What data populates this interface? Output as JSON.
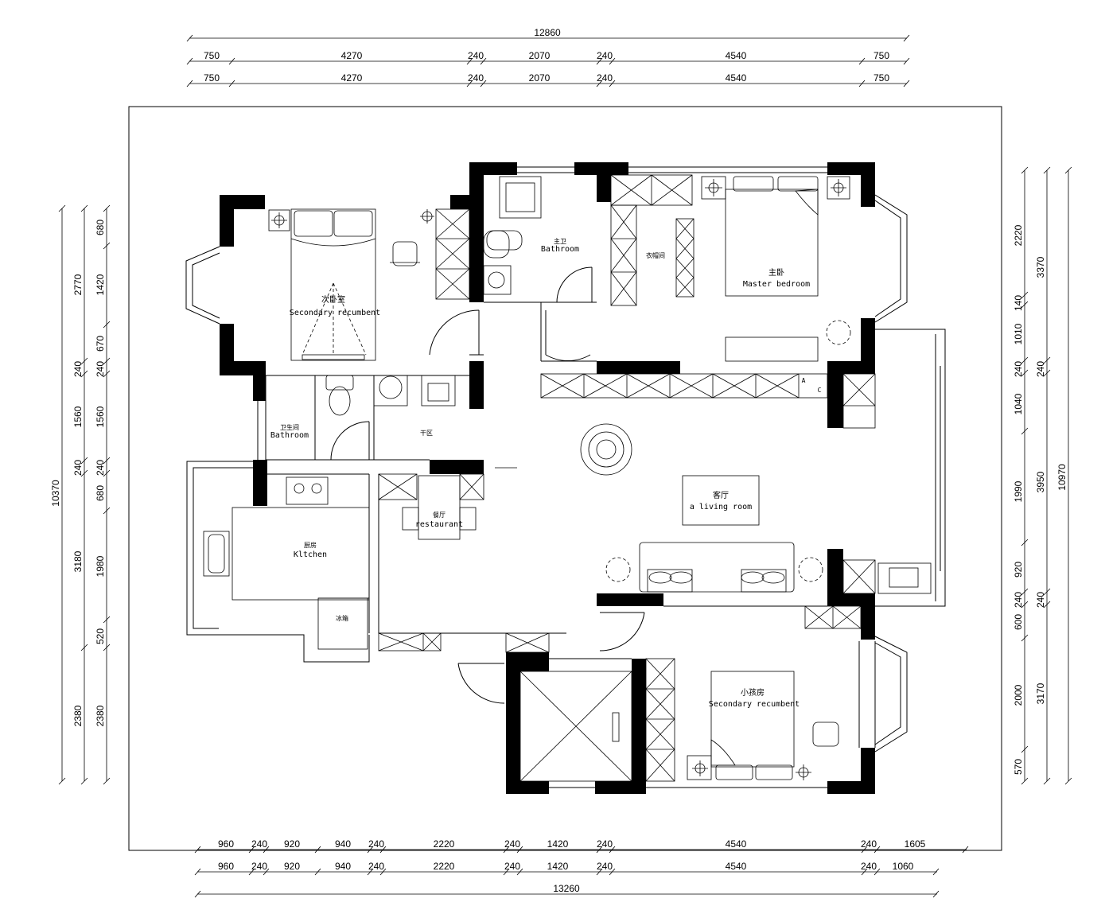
{
  "dims": {
    "top_total": "12860",
    "top_row": [
      "750",
      "4270",
      "240",
      "2070",
      "240",
      "4540",
      "750"
    ],
    "bottom_row1": [
      "960",
      "240",
      "920",
      "940",
      "240",
      "2220",
      "240",
      "1420",
      "240",
      "4540",
      "240",
      "1605"
    ],
    "bottom_row2": [
      "960",
      "240",
      "920",
      "940",
      "240",
      "2220",
      "240",
      "1420",
      "240",
      "4540",
      "240",
      "1060"
    ],
    "bottom_total": "13260",
    "left_outer": [
      "10370"
    ],
    "left_mid": [
      "2770",
      "240",
      "1560",
      "240",
      "3180",
      "2380"
    ],
    "left_inner": [
      "680",
      "1420",
      "670",
      "240",
      "1560",
      "240",
      "680",
      "1980",
      "520",
      "2380"
    ],
    "right_inner": [
      "2220",
      "140",
      "1010",
      "240",
      "1040",
      "1990",
      "920",
      "240",
      "600",
      "2000",
      "570"
    ],
    "right_mid": [
      "3370",
      "240",
      "3950",
      "240",
      "3170"
    ],
    "right_outer": [
      "10970"
    ]
  },
  "rooms": {
    "secondary_bedroom": {
      "cn": "次卧室",
      "en": "Secondary recumbent"
    },
    "master_bath": {
      "cn": "主卫",
      "en": "Bathroom"
    },
    "walk_in_closet": {
      "cn": "衣帽间"
    },
    "master_bedroom": {
      "cn": "主卧",
      "en": "Master bedroom"
    },
    "bathroom": {
      "cn": "卫生间",
      "en": "Bathroom"
    },
    "dry_area": {
      "cn": "干区"
    },
    "living_room": {
      "cn": "客厅",
      "en": "a living room"
    },
    "dining": {
      "cn": "餐厅",
      "en": "restaurant"
    },
    "kitchen": {
      "cn": "厨房",
      "en": "Kltchen"
    },
    "fridge": {
      "cn": "冰箱"
    },
    "kids_room": {
      "cn": "小孩房",
      "en": "Secondary recumbent"
    },
    "cabinet_marks": [
      "A",
      "C"
    ]
  }
}
